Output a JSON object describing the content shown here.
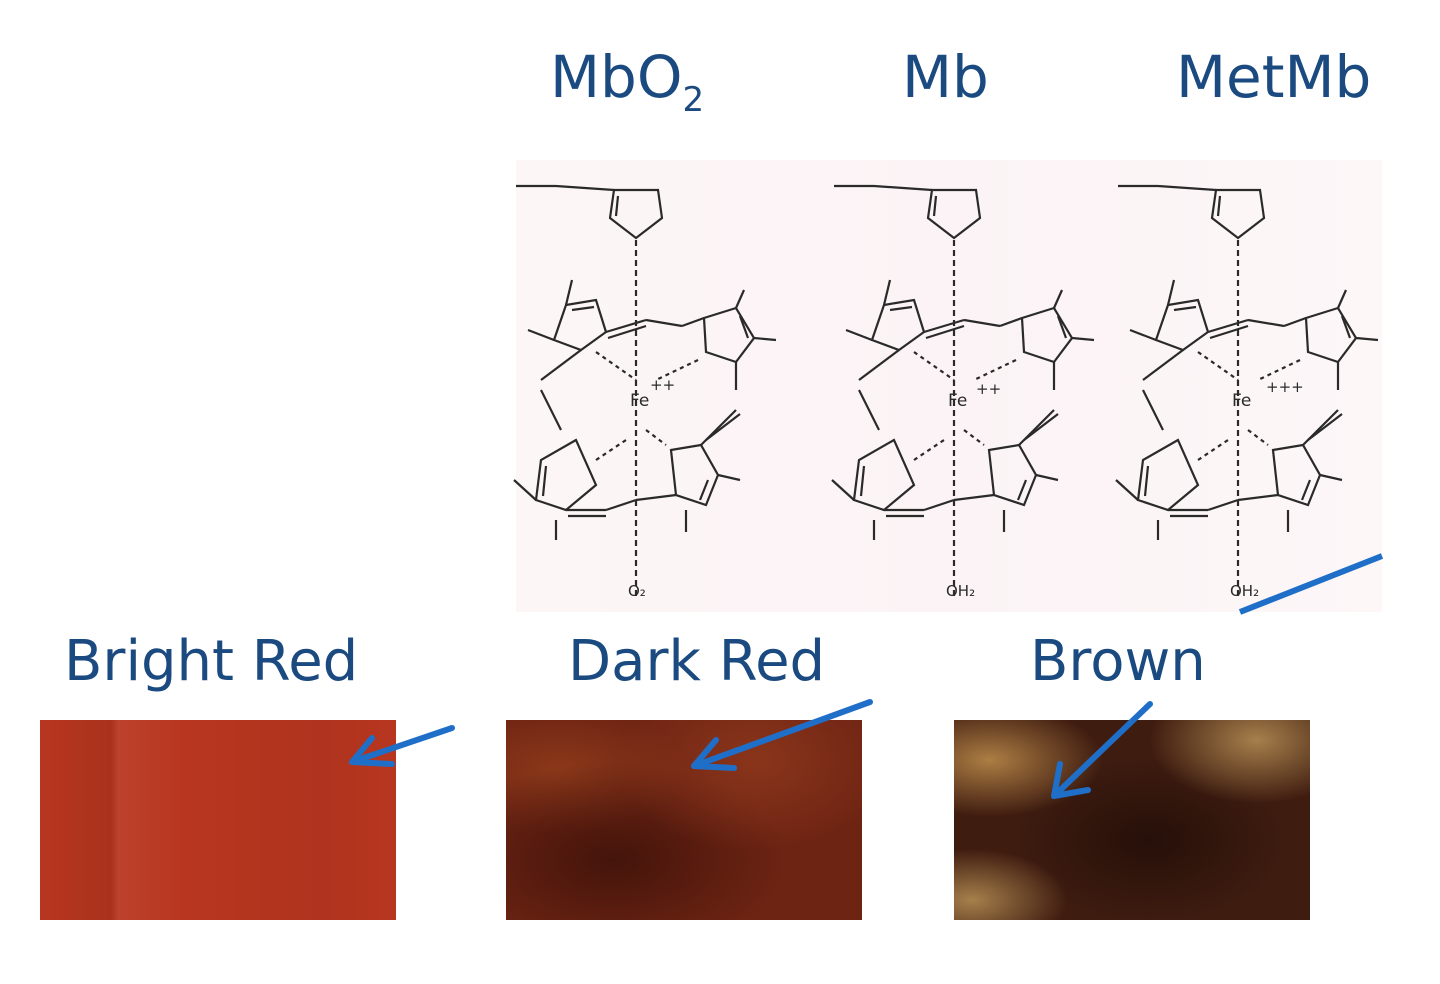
{
  "pigments": [
    {
      "name": "MbO",
      "subscript": "2",
      "ligand": "O₂",
      "charge": "++",
      "color_label": "Bright Red",
      "swatch_color": "#b8361f"
    },
    {
      "name": "Mb",
      "subscript": "",
      "ligand": "OH₂",
      "charge": "++",
      "color_label": "Dark Red",
      "swatch_color": "#6e2413"
    },
    {
      "name": "MetMb",
      "subscript": "",
      "ligand": "OH₂",
      "charge": "+++",
      "color_label": "Brown",
      "swatch_color": "#3f1c10"
    }
  ],
  "colors": {
    "text": "#1a4a80",
    "arrow": "#1f6fc8",
    "structure_ink": "#2a2a2a"
  }
}
